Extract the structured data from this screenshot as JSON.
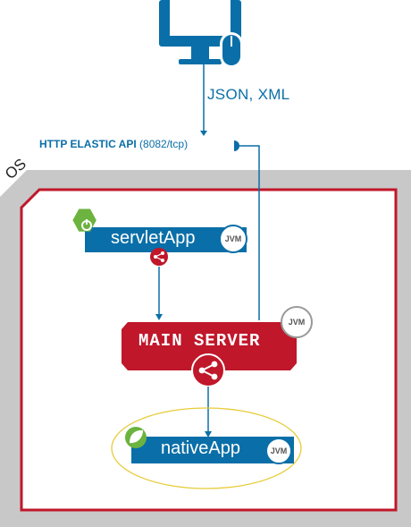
{
  "client": {
    "icon": "desktop-computer-icon",
    "protocol_label": "JSON, XML"
  },
  "api": {
    "name": "HTTP ELASTIC API",
    "port": "(8082/tcp)"
  },
  "os": {
    "label": "OS"
  },
  "servlet_app": {
    "label": "servletApp",
    "jvm": "JVM",
    "icon": "power-icon"
  },
  "main_server": {
    "label": "MAIN SERVER",
    "jvm": "JVM",
    "icon": "share-icon"
  },
  "native_app": {
    "label": "nativeApp",
    "jvm": "JVM",
    "icon": "spring-leaf-icon"
  },
  "colors": {
    "blue": "#0a6fa8",
    "red": "#c0172a",
    "green": "#6cb33f",
    "gray": "#c8c8c8",
    "yellow": "#e6cc3a"
  }
}
